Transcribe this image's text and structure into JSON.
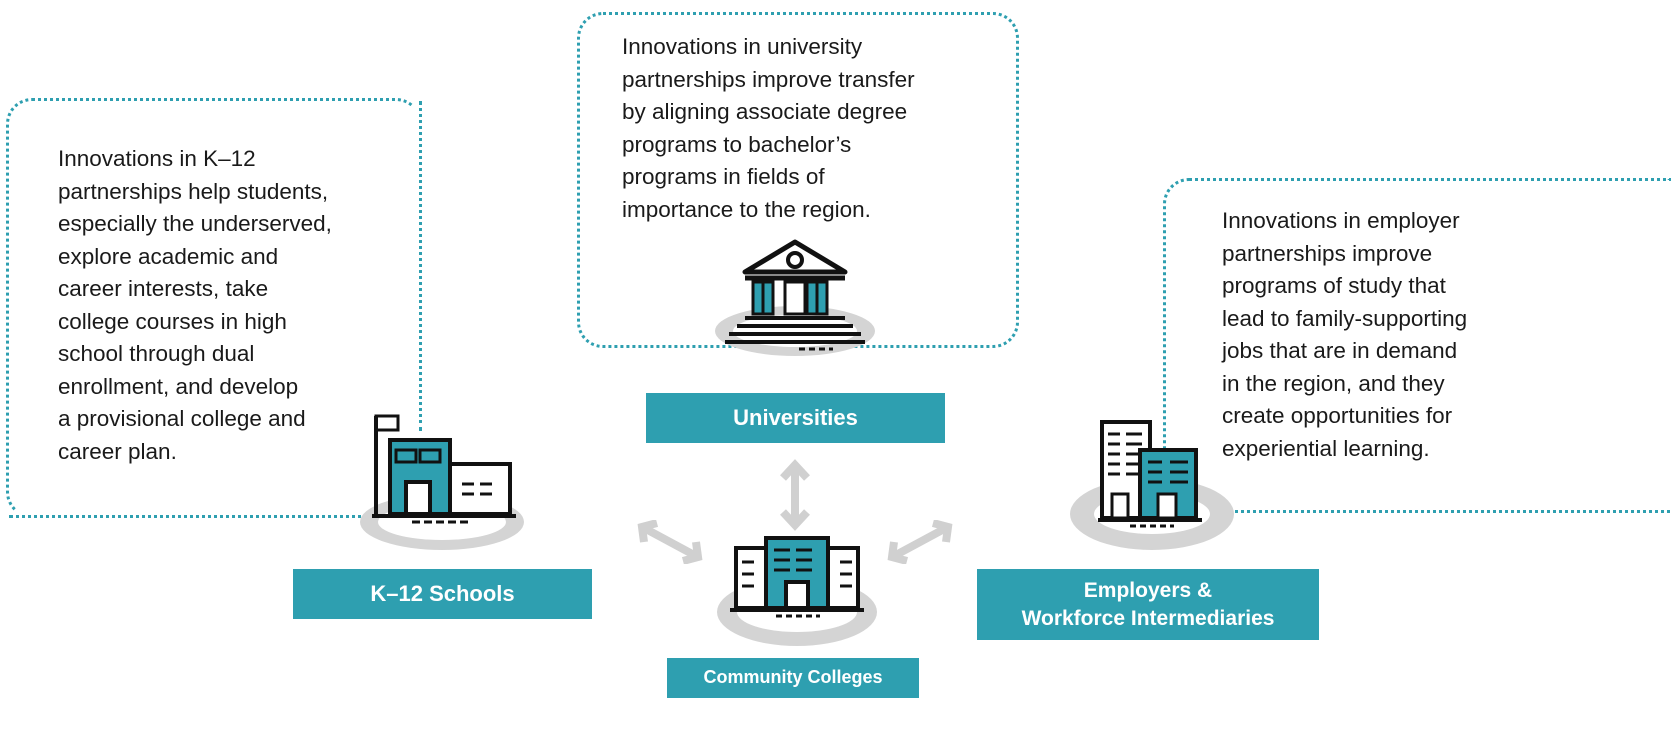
{
  "panels": {
    "k12": {
      "description": "Innovations in K–12\npartnerships help students,\nespecially the underserved,\nexplore academic and\ncareer interests, take\ncollege courses in high\nschool through dual\nenrollment, and develop\na provisional college and\ncareer plan.",
      "label": "K–12 Schools"
    },
    "universities": {
      "description": "Innovations in university\npartnerships improve transfer\nby aligning associate degree\nprograms to bachelor’s\nprograms in fields of\nimportance to the region.",
      "label": "Universities"
    },
    "employers": {
      "description": "Innovations in employer\npartnerships improve\nprograms of study that\nlead to family-supporting\njobs that are in demand\nin the region, and they\ncreate opportunities for\nexperiential learning.",
      "label_line1": "Employers &",
      "label_line2": "Workforce Intermediaries"
    }
  },
  "center": {
    "label": "Community Colleges"
  },
  "colors": {
    "accent": "#2e9fb0",
    "shadow": "#d4d4d4",
    "arrow": "#d0d0d0",
    "ink": "#111111"
  },
  "icons": [
    "school-building-icon",
    "university-building-icon",
    "office-buildings-icon",
    "college-building-icon",
    "double-arrow-icon"
  ]
}
